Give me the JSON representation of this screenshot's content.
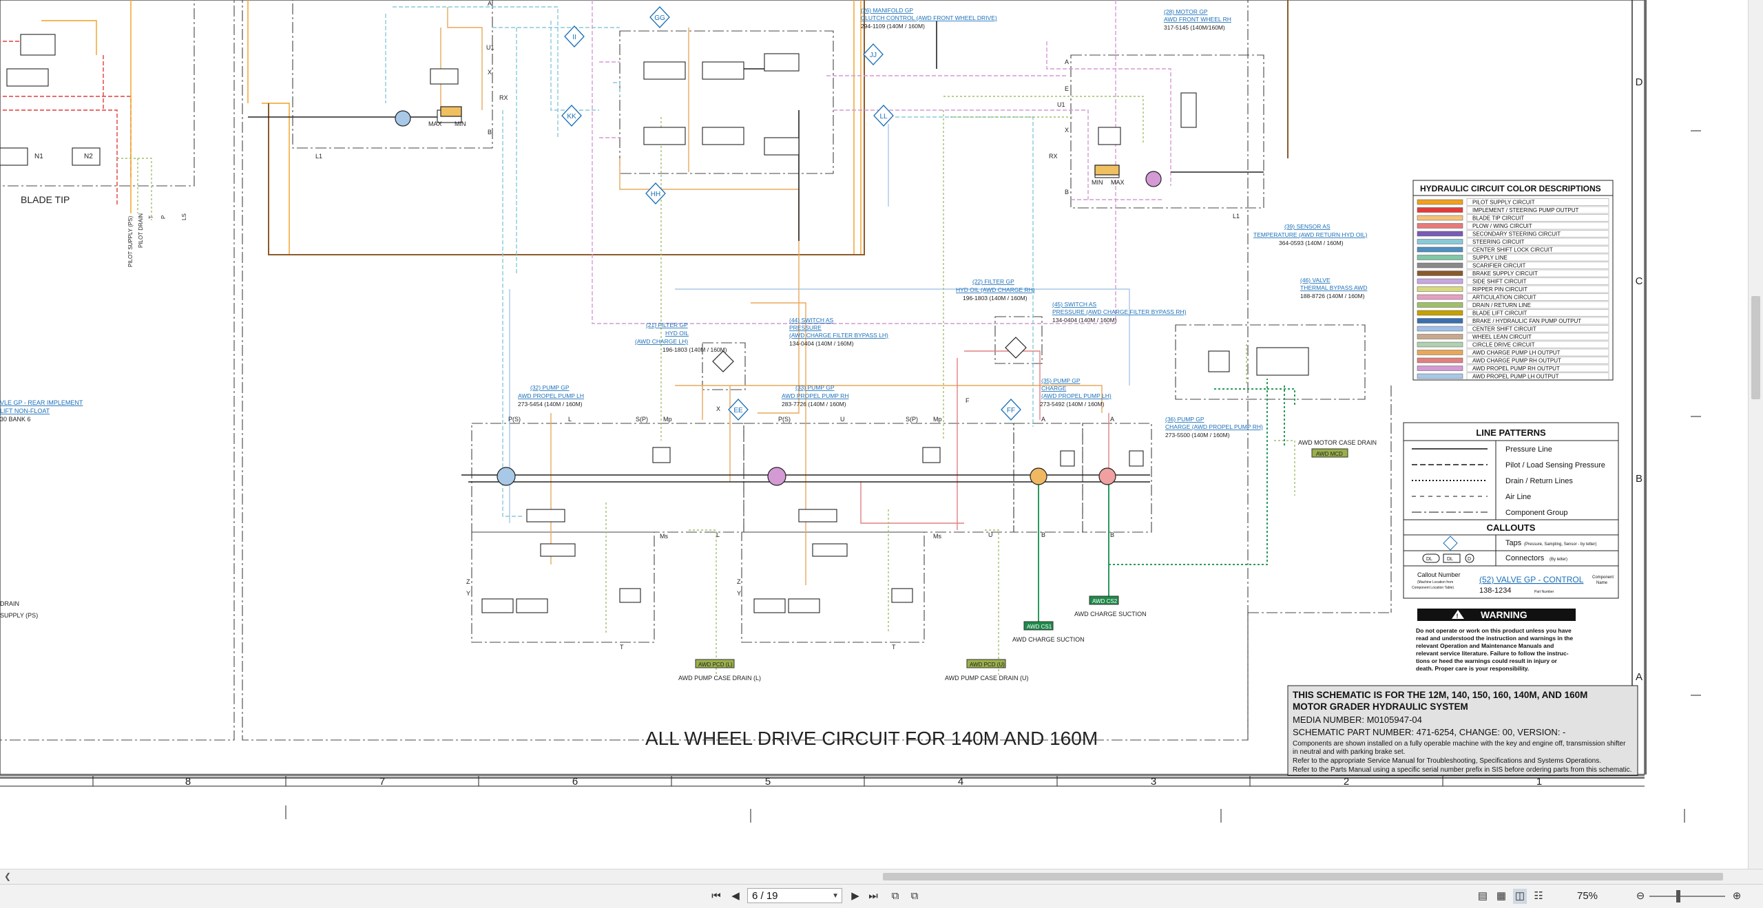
{
  "diagram": {
    "title": "ALL WHEEL DRIVE CIRCUIT FOR 140M AND 160M",
    "left_labels": {
      "blade_tip": "BLADE TIP",
      "n1": "N1",
      "n2": "N2",
      "pilot_supply": "PILOT SUPPLY (PS)",
      "pilot_drain": "PILOT DRAIN",
      "t": "T",
      "p": "P",
      "ls": "LS",
      "rear_implement": "VLE GP - REAR IMPLEMENT",
      "lift_non_float": "LIFT NON-FLOAT",
      "bank": "30 BANK 6",
      "drain": "DRAIN",
      "supply_ps": "SUPPLY (PS)"
    },
    "components": [
      {
        "ref": "(26) MANIFOLD GP",
        "lines": [
          "CLUTCH CONTROL (AWD FRONT WHEEL DRIVE)"
        ],
        "part": "294-1109 (140M / 160M)"
      },
      {
        "ref": "(28) MOTOR GP",
        "lines": [
          "AWD FRONT WHEEL RH"
        ],
        "part": "317-5145 (140M/160M)"
      },
      {
        "ref": "(39) SENSOR AS",
        "lines": [
          "TEMPERATURE (AWD RETURN HYD OIL)"
        ],
        "part": "364-0593 (140M / 160M)"
      },
      {
        "ref": "(46) VALVE",
        "lines": [
          "THERMAL BYPASS AWD"
        ],
        "part": "188-8726 (140M / 160M)"
      },
      {
        "ref": "(22) FILTER GP",
        "lines": [
          "HYD OIL (AWD CHARGE RH)"
        ],
        "part": "196-1803 (140M / 160M)"
      },
      {
        "ref": "(45) SWITCH AS",
        "lines": [
          "PRESSURE (AWD CHARGE FILTER BYPASS RH)"
        ],
        "part": "134-0404 (140M / 160M)"
      },
      {
        "ref": "(21) FILTER GP",
        "lines": [
          "HYD OIL",
          "(AWD CHARGE LH)"
        ],
        "part": "196-1803 (140M / 160M)"
      },
      {
        "ref": "(44) SWITCH AS",
        "lines": [
          "PRESSURE",
          "(AWD CHARGE FILTER BYPASS LH)"
        ],
        "part": "134-0404 (140M / 160M)"
      },
      {
        "ref": "(32) PUMP GP",
        "lines": [
          "AWD PROPEL PUMP LH"
        ],
        "part": "273-5454 (140M / 160M)"
      },
      {
        "ref": "(33) PUMP GP",
        "lines": [
          "AWD PROPEL PUMP RH"
        ],
        "part": "283-7726 (140M / 160M)"
      },
      {
        "ref": "(35) PUMP GP",
        "lines": [
          "CHARGE",
          "(AWD PROPEL PUMP LH)"
        ],
        "part": "273-5492 (140M / 160M)"
      },
      {
        "ref": "(36) PUMP GP",
        "lines": [
          "CHARGE (AWD PROPEL PUMP RH)"
        ],
        "part": "273-5500 (140M / 160M)"
      }
    ],
    "taps": [
      "GG",
      "II",
      "JJ",
      "KK",
      "LL",
      "HH",
      "EE",
      "FF"
    ],
    "drains": {
      "awd_pcd_l": "AWD PCD (L)",
      "awd_pump_case_drain_l": "AWD PUMP CASE DRAIN (L)",
      "awd_pcd_u": "AWD PCD (U)",
      "awd_pump_case_drain_u": "AWD PUMP CASE DRAIN (U)",
      "awd_cs1": "AWD CS1",
      "awd_cs2": "AWD CS2",
      "awd_charge_suction": "AWD CHARGE SUCTION",
      "awd_motor_case_drain": "AWD MOTOR CASE DRAIN",
      "awd_mcd": "AWD MCD"
    },
    "ports": {
      "ps": "P(S)",
      "l": "L",
      "sp": "S(P)",
      "mp": "Mp",
      "x": "X",
      "u": "U",
      "ms": "Ms",
      "a": "A",
      "b": "B",
      "e": "E",
      "u1": "U1",
      "rx": "RX",
      "l1": "L1",
      "max": "MAX",
      "min": "MIN",
      "t": "T",
      "z": "Z",
      "y": "Y",
      "f": "F"
    },
    "color_legend": {
      "title": "HYDRAULIC CIRCUIT COLOR DESCRIPTIONS",
      "items": [
        {
          "label": "PILOT SUPPLY CIRCUIT",
          "color": "#f0a020"
        },
        {
          "label": "IMPLEMENT / STEERING PUMP OUTPUT",
          "color": "#e03c3c"
        },
        {
          "label": "BLADE TIP CIRCUIT",
          "color": "#f5c27a"
        },
        {
          "label": "PLOW / WING CIRCUIT",
          "color": "#e77a7a"
        },
        {
          "label": "SECONDARY STEERING CIRCUIT",
          "color": "#7a5bb5"
        },
        {
          "label": "STEERING CIRCUIT",
          "color": "#88c9d8"
        },
        {
          "label": "CENTER SHIFT LOCK CIRCUIT",
          "color": "#4f8fc0"
        },
        {
          "label": "SUPPLY LINE",
          "color": "#7fc7a6"
        },
        {
          "label": "SCARIFIER CIRCUIT",
          "color": "#8a8a8a"
        },
        {
          "label": "BRAKE SUPPLY CIRCUIT",
          "color": "#8a5a2b"
        },
        {
          "label": "SIDE SHIFT CIRCUIT",
          "color": "#c8a8e0"
        },
        {
          "label": "RIPPER PIN CIRCUIT",
          "color": "#d9d980"
        },
        {
          "label": "ARTICULATION CIRCUIT",
          "color": "#e4a0c0"
        },
        {
          "label": "DRAIN / RETURN LINE",
          "color": "#9fbf6a"
        },
        {
          "label": "BLADE LIFT CIRCUIT",
          "color": "#c7a000"
        },
        {
          "label": "BRAKE / HYDRAULIC FAN PUMP OUTPUT",
          "color": "#3a6fb0"
        },
        {
          "label": "CENTER SHIFT CIRCUIT",
          "color": "#a0c0e8"
        },
        {
          "label": "WHEEL LEAN CIRCUIT",
          "color": "#c9a88a"
        },
        {
          "label": "CIRCLE DRIVE CIRCUIT",
          "color": "#b0d0b0"
        },
        {
          "label": "AWD CHARGE PUMP LH OUTPUT",
          "color": "#e8a85a"
        },
        {
          "label": "AWD CHARGE PUMP RH OUTPUT",
          "color": "#e08080"
        },
        {
          "label": "AWD PROPEL PUMP RH OUTPUT",
          "color": "#d49ad4"
        },
        {
          "label": "AWD PROPEL PUMP LH OUTPUT",
          "color": "#a8c8e8"
        }
      ]
    },
    "line_patterns": {
      "title": "LINE PATTERNS",
      "items": [
        "Pressure Line",
        "Pilot / Load Sensing Pressure",
        "Drain / Return Lines",
        "Air Line",
        "Component Group"
      ]
    },
    "callouts": {
      "title": "CALLOUTS",
      "tap_label": "Taps",
      "tap_note": "(Pressure, Sampling, Sensor - by letter)",
      "connector_label": "Connectors",
      "connector_note": "(By letter)",
      "dl": "DL",
      "d": "D",
      "callout_number": "Callout Number",
      "callout_note1": "(Machine Location from",
      "callout_note2": "Component Location Table)",
      "example_ref": "(52) VALVE GP - CONTROL",
      "component_name1": "Component",
      "component_name2": "Name",
      "example_part": "138-1234",
      "part_number": "Part Number"
    },
    "warning": {
      "title": "WARNING",
      "lines": [
        "Do not operate or work on this product unless you have",
        "read and understood the instruction and warnings in the",
        "relevant Operation and Maintenance Manuals and",
        "relevant service literature. Failure to follow the instruc-",
        "tions or heed the warnings could result in injury or",
        "death. Proper care is your responsibility."
      ]
    },
    "title_block": {
      "heading1": "THIS SCHEMATIC IS FOR THE 12M, 140, 150, 160, 140M, AND 160M",
      "heading2": "MOTOR GRADER HYDRAULIC SYSTEM",
      "media": "MEDIA NUMBER: M0105947-04",
      "part": "SCHEMATIC PART NUMBER: 471-6254, CHANGE: 00, VERSION: -",
      "notes": [
        "Components are shown installed on a fully operable machine with the key and engine off, transmission shifter",
        "in neutral and with parking brake set.",
        "Refer to the appropriate Service Manual for Troubleshooting, Specifications and Systems Operations.",
        "Refer to the Parts Manual using a specific serial number prefix in SIS before ordering parts from this schematic."
      ]
    },
    "zones_bottom": [
      "8",
      "7",
      "6",
      "5",
      "4",
      "3",
      "2",
      "1"
    ],
    "zones_right": [
      "D",
      "C",
      "B",
      "A"
    ]
  },
  "toolbar": {
    "page_value": "6 / 19",
    "zoom": "75%"
  }
}
